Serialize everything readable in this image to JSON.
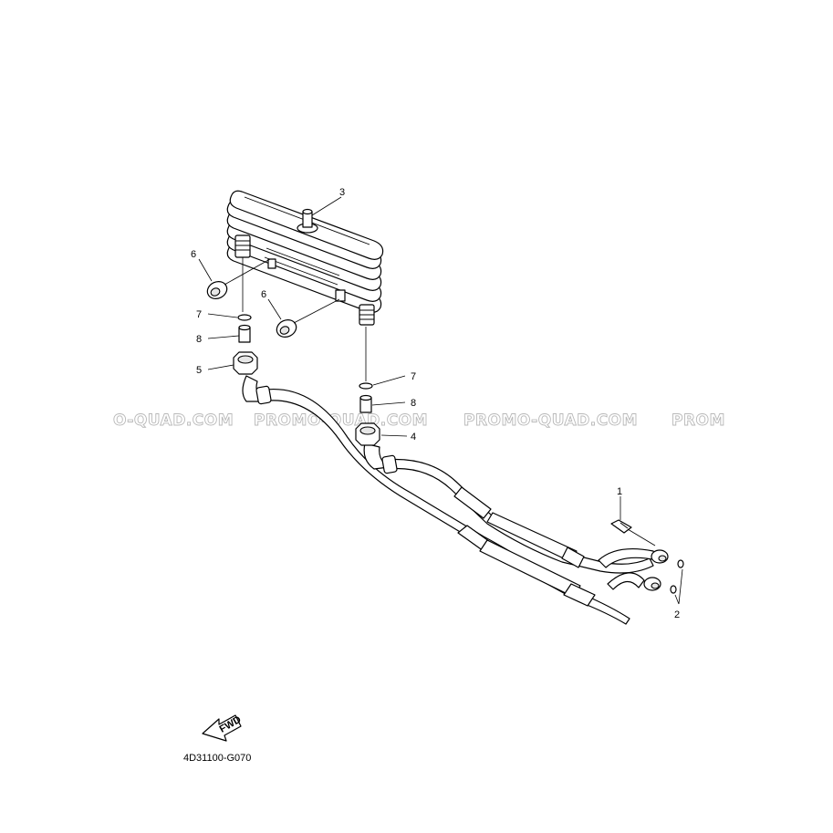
{
  "diagram": {
    "drawing_code": "4D31100-G070",
    "fwd_label": "FWD",
    "watermark_segments": [
      "O-QUAD.COM",
      "PROMO-QUAD.COM",
      "PROMO-QUAD.COM",
      "PROM"
    ],
    "callouts": [
      {
        "id": "callout-1",
        "text": "1"
      },
      {
        "id": "callout-2",
        "text": "2"
      },
      {
        "id": "callout-3",
        "text": "3"
      },
      {
        "id": "callout-4",
        "text": "4"
      },
      {
        "id": "callout-5",
        "text": "5"
      },
      {
        "id": "callout-6a",
        "text": "6"
      },
      {
        "id": "callout-6b",
        "text": "6"
      },
      {
        "id": "callout-7a",
        "text": "7"
      },
      {
        "id": "callout-7b",
        "text": "7"
      },
      {
        "id": "callout-8a",
        "text": "8"
      },
      {
        "id": "callout-8b",
        "text": "8"
      }
    ]
  }
}
